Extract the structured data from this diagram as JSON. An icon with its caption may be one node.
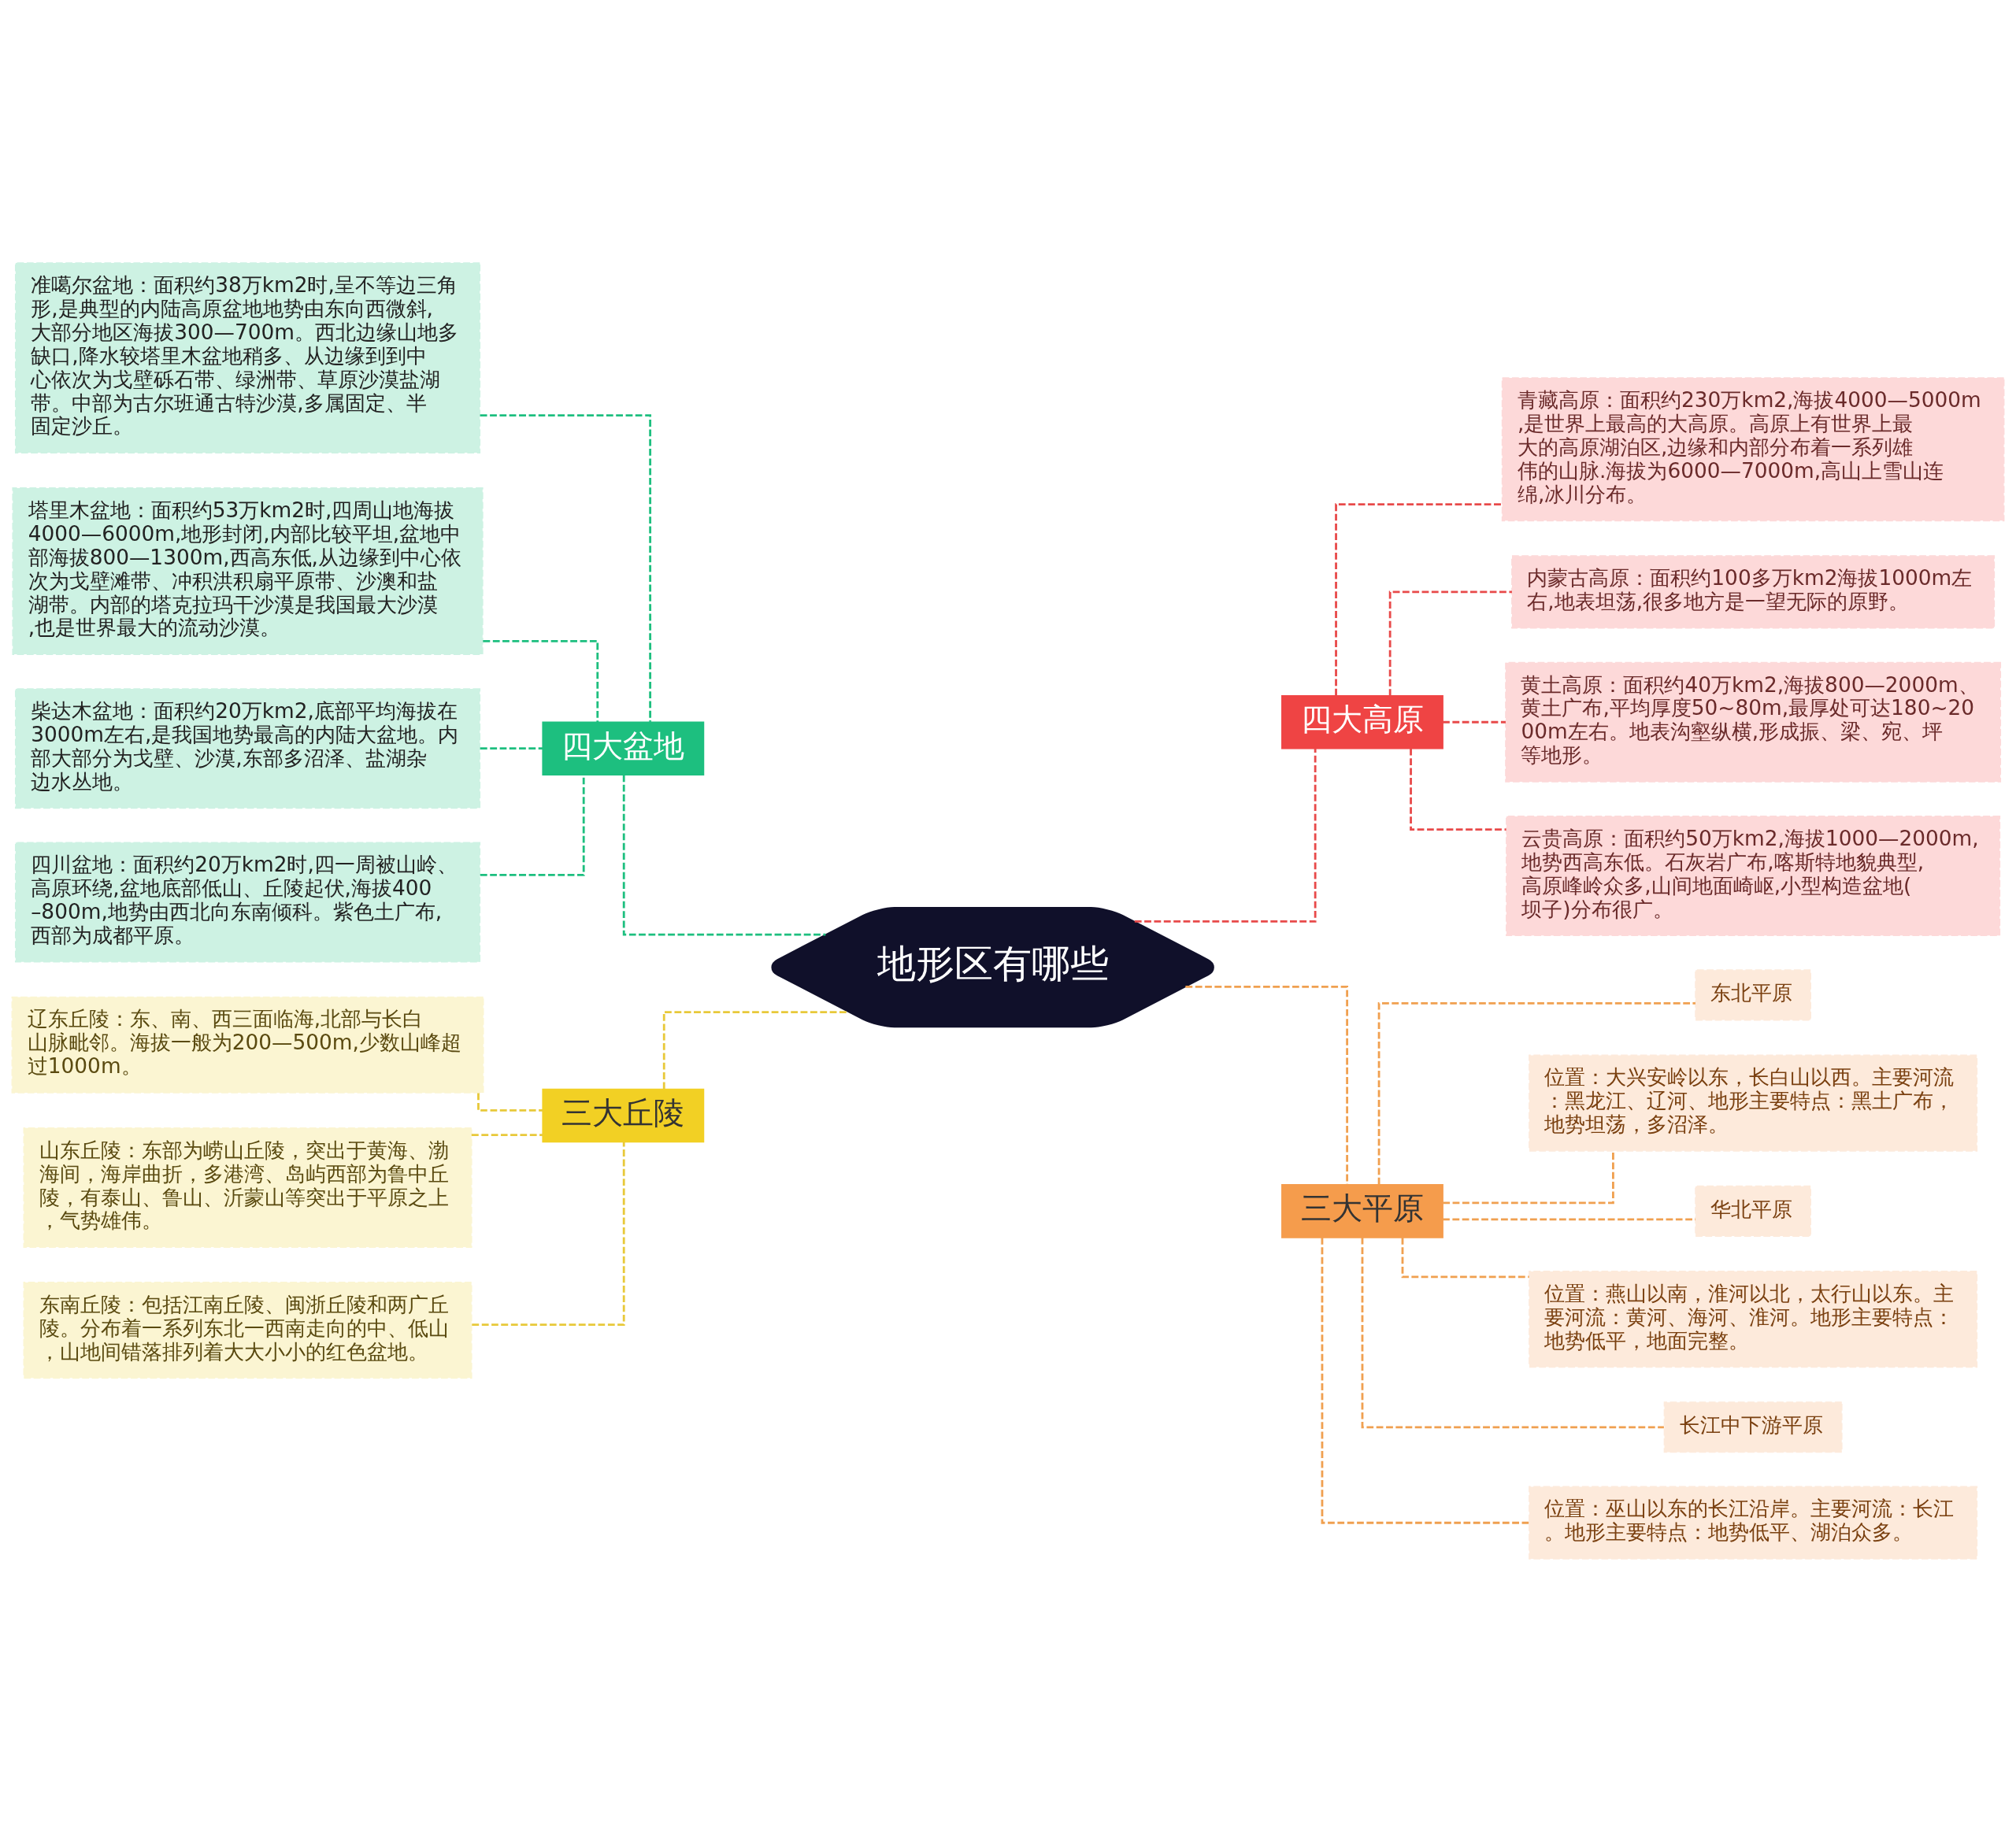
{
  "diagram": {
    "nodes": [
      {
        "text": [
          "地形区有哪些"
        ]
      },
      {
        "text": [
          "四大盆地"
        ]
      },
      {
        "text": [
          "准噶尔盆地：面积约38万km2时,呈不等边三角形,是典型的内陆高原盆地地势由东向西微斜,大部分地区海拔300—700m。西北边缘山地多缺口,降水较塔里木盆地稍多、从边缘到到中心依次为戈壁砾石带、绿洲带、草原沙漠盐湖带。中部为古尔班通古特沙漠,多属固定、半固定沙丘。"
        ]
      },
      {
        "text": [
          "塔里木盆地：面积约53万km2时,四周山地海拔4000—6000m,地形封闭,内部比较平坦,盆地中部海拔800—1300m,西高东低,从边缘到中心依次为戈壁滩带、冲积洪积扇平原带、沙澳和盐湖带。内部的塔克拉玛干沙漠是我国最大沙漠,也是世界最大的流动沙漠。"
        ]
      },
      {
        "text": [
          "柴达木盆地：面积约20万km2,底部平均海拔在3000m左右,是我国地势最高的内陆大盆地。内部大部分为戈壁、沙漠,东部多沼泽、盐湖杂边水丛地。"
        ]
      },
      {
        "text": [
          "四川盆地：面积约20万km2时,四一周被山岭、高原环绕,盆地底部低山、丘陵起伏,海拔400–800m,地势由西北向东南倾科。紫色土广布,西部为成都平原。"
        ]
      },
      {
        "text": [
          "三大丘陵"
        ]
      },
      {
        "text": [
          "辽东丘陵：东、南、西三面临海,北部与长白山脉毗邻。海拔一般为200—500m,少数山峰超过1000m。"
        ]
      },
      {
        "text": [
          "山东丘陵：东部为崂山丘陵，突出于黄海、渤海间，海岸曲折，多港湾、岛屿西部为鲁中丘陵，有泰山、鲁山、沂蒙山等突出于平原之上，气势雄伟。"
        ]
      },
      {
        "text": [
          "东南丘陵：包括江南丘陵、闽浙丘陵和两广丘陵。分布着一系列东北一西南走向的中、低山，山地间错落排列着大大小小的红色盆地。"
        ]
      },
      {
        "text": [
          "四大高原"
        ]
      },
      {
        "text": [
          "青藏高原：面积约230万km2,海拔4000—5000m,是世界上最高的大高原。高原上有世界上最大的高原湖泊区,边缘和内部分布着一系列雄伟的山脉.海拔为6000—7000m,高山上雪山连绵,冰川分布。"
        ]
      },
      {
        "text": [
          "内蒙古高原：面积约100多万km2海拔1000m左右,地表坦荡,很多地方是一望无际的原野。"
        ]
      },
      {
        "text": [
          "黄土高原：面积约40万km2,海拔800—2000m、黄土广布,平均厚度50~80m,最厚处可达180~2000m左右。地表沟壑纵横,形成振、梁、宛、坪等地形。"
        ]
      },
      {
        "text": [
          "云贵高原：面积约50万km2,海拔1000—2000m,地势西高东低。石灰岩广布,喀斯特地貌典型,高原峰岭众多,山间地面崎岖,小型构造盆地(坝子)分布很广。"
        ]
      },
      {
        "text": [
          "三大平原"
        ]
      },
      {
        "text": [
          "东北平原"
        ]
      },
      {
        "text": [
          "位置：大兴安岭以东，长白山以西。主要河流：黑龙江、辽河、地形主要特点：黑土广布，地势坦荡，多沼泽。"
        ]
      },
      {
        "text": [
          "华北平原"
        ]
      },
      {
        "text": [
          "位置：燕山以南，淮河以北，太行山以东。主要河流：黄河、海河、淮河。地形主要特点：地势低平，地面完整。"
        ]
      },
      {
        "text": [
          "长江中下游平原"
        ]
      },
      {
        "text": [
          "位置：巫山以东的长江沿岸。主要河流：长江。地形主要特点：地势低平、湖泊众多。"
        ]
      }
    ],
    "edges": [
      {
        "from": 0,
        "to": 1,
        "arrow": "none",
        "style": "dashed",
        "color": "#1dbf7f"
      },
      {
        "from": 1,
        "to": 2,
        "arrow": "none",
        "style": "dashed",
        "color": "#1dbf7f"
      },
      {
        "from": 1,
        "to": 3,
        "arrow": "none",
        "style": "dashed",
        "color": "#1dbf7f"
      },
      {
        "from": 1,
        "to": 4,
        "arrow": "none",
        "style": "dashed",
        "color": "#1dbf7f"
      },
      {
        "from": 1,
        "to": 5,
        "arrow": "none",
        "style": "dashed",
        "color": "#1dbf7f"
      },
      {
        "from": 0,
        "to": 6,
        "arrow": "none",
        "style": "dashed",
        "color": "#e8c93a"
      },
      {
        "from": 6,
        "to": 7,
        "arrow": "none",
        "style": "dashed",
        "color": "#e8c93a"
      },
      {
        "from": 6,
        "to": 8,
        "arrow": "none",
        "style": "dashed",
        "color": "#e8c93a"
      },
      {
        "from": 6,
        "to": 9,
        "arrow": "none",
        "style": "dashed",
        "color": "#e8c93a"
      },
      {
        "from": 0,
        "to": 10,
        "arrow": "none",
        "style": "dashed",
        "color": "#e84a4a"
      },
      {
        "from": 10,
        "to": 11,
        "arrow": "none",
        "style": "dashed",
        "color": "#e84a4a"
      },
      {
        "from": 10,
        "to": 12,
        "arrow": "none",
        "style": "dashed",
        "color": "#e84a4a"
      },
      {
        "from": 10,
        "to": 13,
        "arrow": "none",
        "style": "dashed",
        "color": "#e84a4a"
      },
      {
        "from": 10,
        "to": 14,
        "arrow": "none",
        "style": "dashed",
        "color": "#e84a4a"
      },
      {
        "from": 0,
        "to": 15,
        "arrow": "none",
        "style": "dashed",
        "color": "#f0a050"
      },
      {
        "from": 15,
        "to": 16,
        "arrow": "none",
        "style": "dashed",
        "color": "#f0a050"
      },
      {
        "from": 15,
        "to": 17,
        "arrow": "none",
        "style": "dashed",
        "color": "#f0a050"
      },
      {
        "from": 15,
        "to": 18,
        "arrow": "none",
        "style": "dashed",
        "color": "#f0a050"
      },
      {
        "from": 15,
        "to": 19,
        "arrow": "none",
        "style": "dashed",
        "color": "#f0a050"
      },
      {
        "from": 15,
        "to": 20,
        "arrow": "none",
        "style": "dashed",
        "color": "#f0a050"
      },
      {
        "from": 15,
        "to": 21,
        "arrow": "none",
        "style": "dashed",
        "color": "#f0a050"
      }
    ]
  }
}
